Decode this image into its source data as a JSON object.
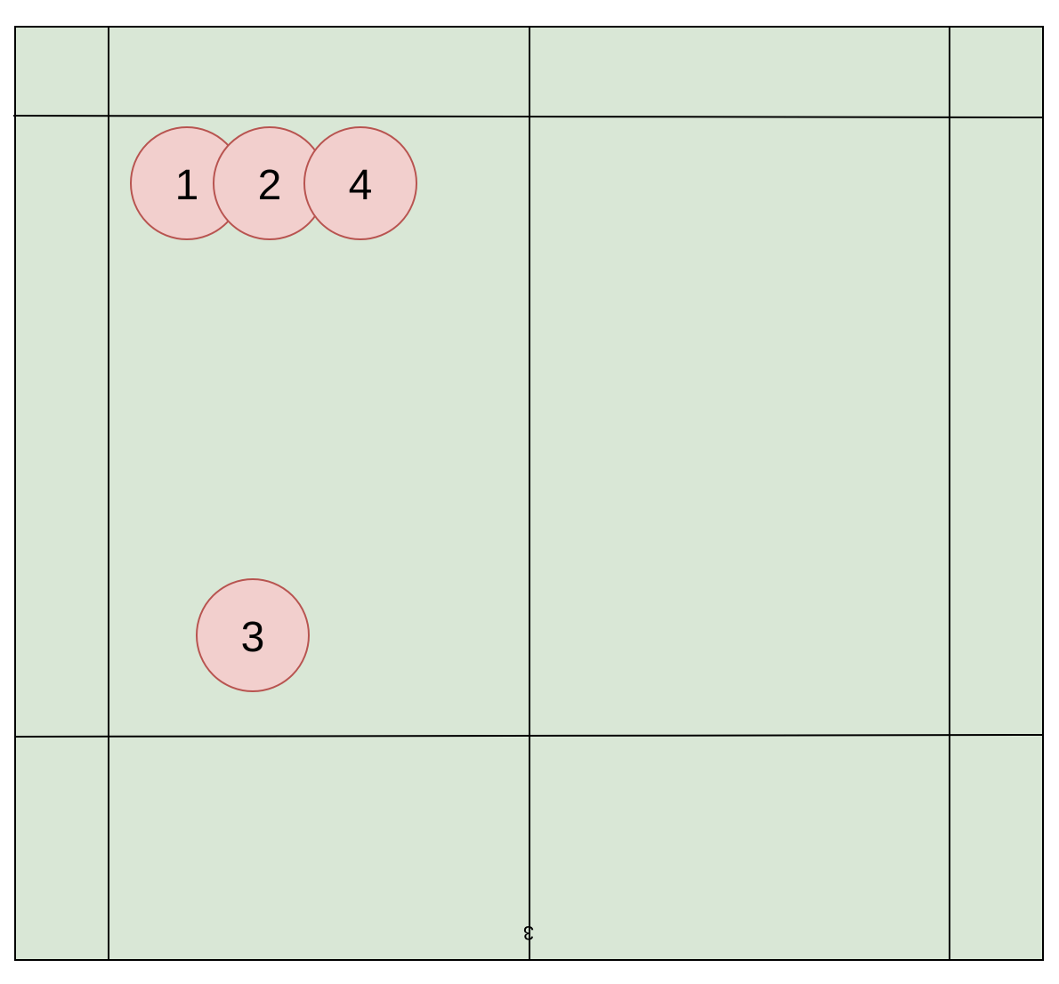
{
  "colors": {
    "court_fill": "#d9e7d6",
    "line": "#000000",
    "marker_fill": "#f2cfcd",
    "marker_stroke": "#b85450"
  },
  "markers": [
    {
      "id": "marker-1",
      "label": "1"
    },
    {
      "id": "marker-2",
      "label": "2"
    },
    {
      "id": "marker-4",
      "label": "4"
    },
    {
      "id": "marker-3",
      "label": "3"
    }
  ],
  "bottom_mark": {
    "label": "3",
    "rotation": "upside-down"
  }
}
